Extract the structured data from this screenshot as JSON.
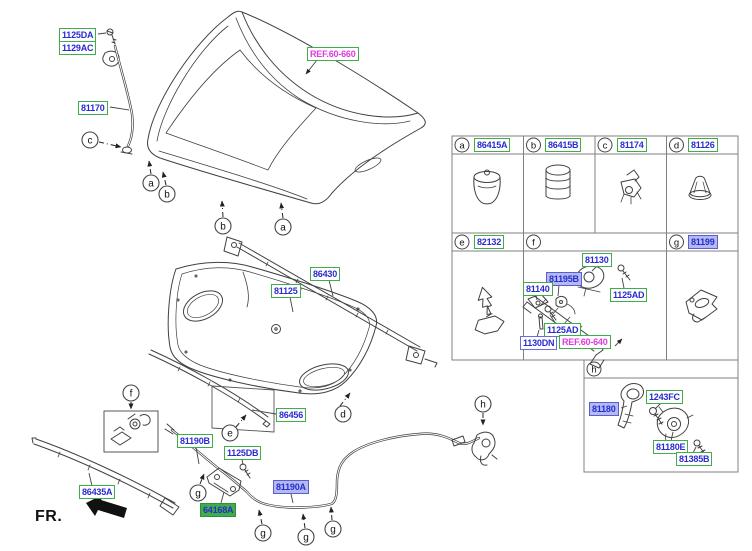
{
  "diagram_type": "vehicle-hood-parts-diagram",
  "fr_label": "FR.",
  "palette": {
    "label_text_blue": "#2a2ad0",
    "label_border_green": "#3fae49",
    "ref_text_magenta": "#e03ae0",
    "highlight_fill": "#b2bbf0",
    "highlight_border": "#5c5cd0",
    "green_fill": "#3fae49",
    "line_art": "#404040"
  },
  "callouts": {
    "a": "a",
    "b": "b",
    "c": "c",
    "d": "d",
    "e": "e",
    "f": "f",
    "g": "g",
    "h": "h"
  },
  "part_labels": {
    "p1125da": "1125DA",
    "p1129ac": "1129AC",
    "p81170": "81170",
    "ref_60_660": "REF.60-660",
    "p86430": "86430",
    "p81125": "81125",
    "p86456": "86456",
    "p86435a": "86435A",
    "p81190b": "81190B",
    "p1125db": "1125DB",
    "p64168a": "64168A",
    "p81190a": "81190A"
  },
  "fastener_table": {
    "a": "86415A",
    "b": "86415B",
    "c": "81174",
    "d": "81126",
    "e": "82132",
    "g": "81199",
    "f_cell": {
      "p81130": "81130",
      "p81195b": "81195B",
      "p81140": "81140",
      "p1125ad": "1125AD",
      "p1130dn": "1130DN",
      "ref_60_640": "REF.60-640"
    }
  },
  "h_panel": {
    "p81180": "81180",
    "p1243fc": "1243FC",
    "p81180e": "81180E",
    "p81385b": "81385B"
  },
  "highlighted_parts": [
    "81195B",
    "81199",
    "81190A",
    "81180"
  ],
  "green_filled_parts": [
    "64168A"
  ]
}
